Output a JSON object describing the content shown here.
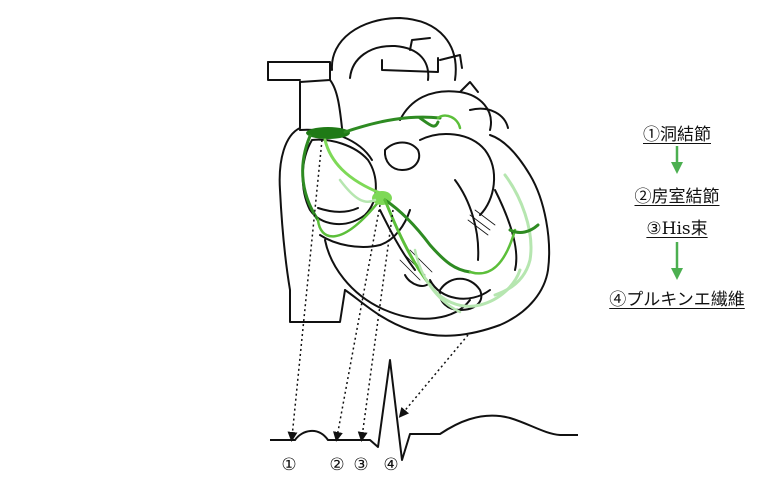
{
  "legend": {
    "items": [
      "①洞結節",
      "②房室結節",
      "③His束",
      "④プルキンエ繊維"
    ],
    "arrow_color": "#4caf50"
  },
  "ecg_markers": [
    "①",
    "②",
    "③",
    "④"
  ],
  "colors": {
    "outline": "#111111",
    "conduction_dark": "#2e8b22",
    "conduction_mid": "#5cbf3a",
    "conduction_light": "#b6e6b0",
    "node": "#1f7a16",
    "av_node": "#7ed957"
  }
}
